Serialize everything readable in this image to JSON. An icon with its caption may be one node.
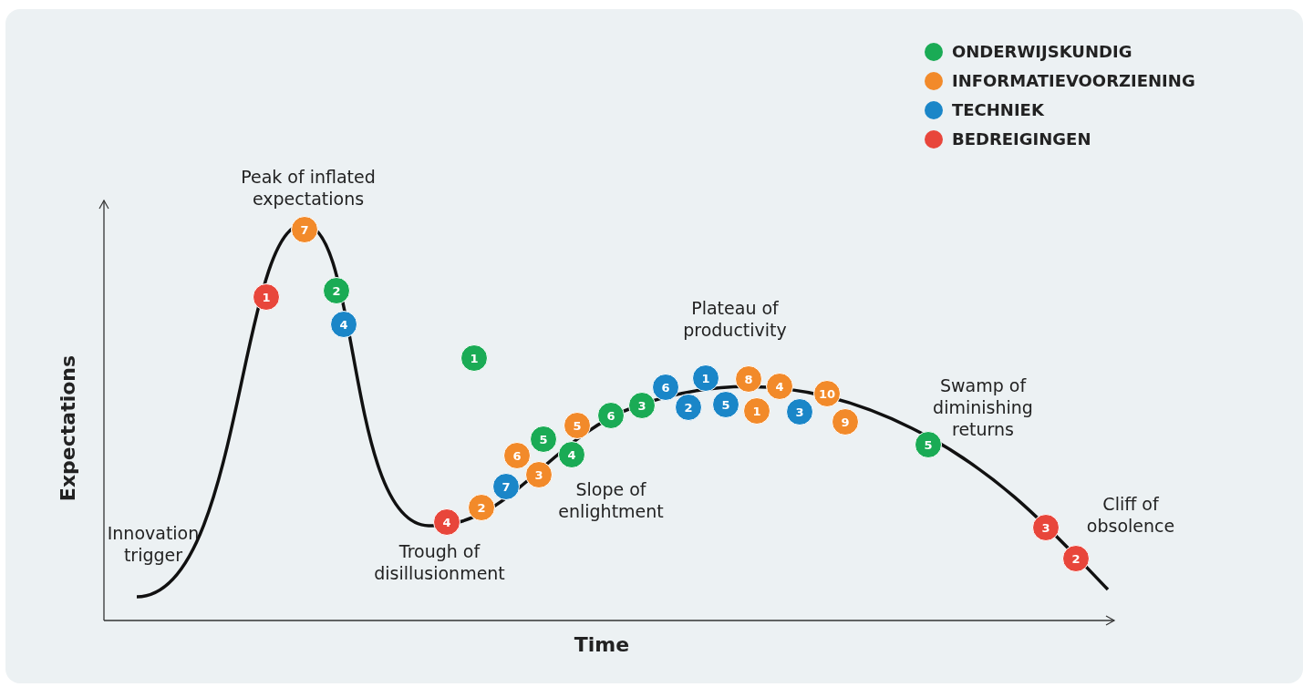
{
  "diagram": {
    "nodes": [
      {
        "text": [
          "1"
        ]
      },
      {
        "text": [
          "7"
        ]
      },
      {
        "text": [
          "2"
        ]
      },
      {
        "text": [
          "4"
        ]
      },
      {
        "text": [
          "4"
        ]
      },
      {
        "text": [
          "1"
        ]
      },
      {
        "text": [
          "2"
        ]
      },
      {
        "text": [
          "7"
        ]
      },
      {
        "text": [
          "6"
        ]
      },
      {
        "text": [
          "3"
        ]
      },
      {
        "text": [
          "5"
        ]
      },
      {
        "text": [
          "4"
        ]
      },
      {
        "text": [
          "5"
        ]
      },
      {
        "text": [
          "6"
        ]
      },
      {
        "text": [
          "3"
        ]
      },
      {
        "text": [
          "6"
        ]
      },
      {
        "text": [
          "2"
        ]
      },
      {
        "text": [
          "1"
        ]
      },
      {
        "text": [
          "5"
        ]
      },
      {
        "text": [
          "8"
        ]
      },
      {
        "text": [
          "1"
        ]
      },
      {
        "text": [
          "4"
        ]
      },
      {
        "text": [
          "3"
        ]
      },
      {
        "text": [
          "10"
        ]
      },
      {
        "text": [
          "9"
        ]
      },
      {
        "text": [
          "5"
        ]
      },
      {
        "text": [
          "3"
        ]
      },
      {
        "text": [
          "2"
        ]
      }
    ],
    "labels": [
      "Peak of inflated expectations",
      "Plateau of productivity",
      "Swamp of diminishing returns",
      "Expectations",
      "Slope of enlightment",
      "Cliff of obsolence",
      "Innovation trigger",
      "Trough of disillusionment",
      "Time"
    ],
    "legend": [
      {
        "text": "ONDERWIJSKUNDIG",
        "color": "#1aab55"
      },
      {
        "text": "INFORMATIEVOORZIENING",
        "color": "#f28a2a"
      },
      {
        "text": "TECHNIEK",
        "color": "#1a86c8"
      },
      {
        "text": "BEDREIGINGEN",
        "color": "#e8463b"
      }
    ]
  }
}
